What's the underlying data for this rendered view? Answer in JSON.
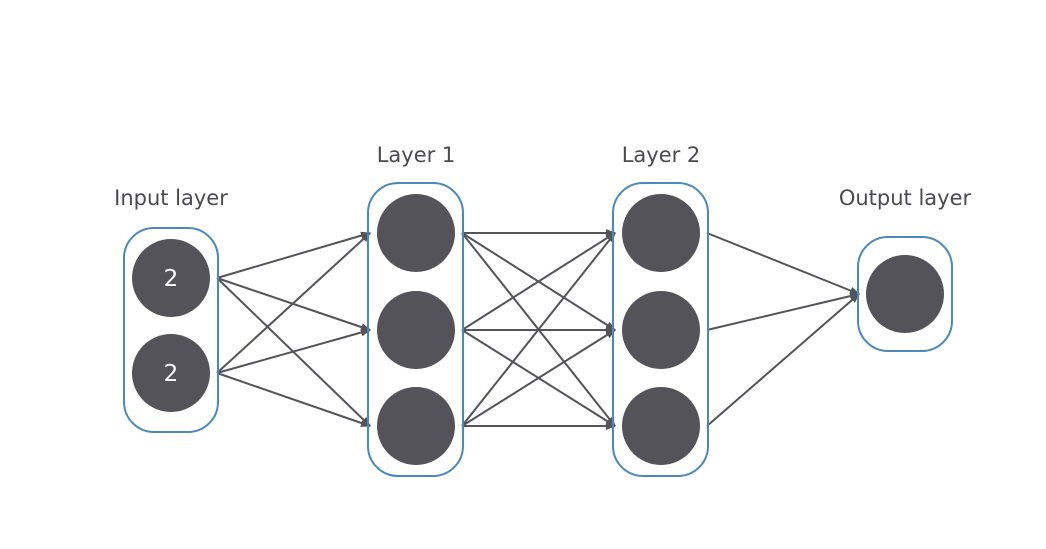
{
  "diagram": {
    "colors": {
      "node_fill": "#55535a",
      "layer_border": "#4a88bd",
      "edge": "#55535a",
      "label_text": "#4a4a4f",
      "node_text": "#ffffff"
    },
    "layers": [
      {
        "label": "Input layer",
        "nodes": [
          "2",
          "2"
        ]
      },
      {
        "label": "Layer 1",
        "nodes": [
          "",
          "",
          ""
        ]
      },
      {
        "label": "Layer 2",
        "nodes": [
          "",
          "",
          ""
        ]
      },
      {
        "label": "Output layer",
        "nodes": [
          ""
        ]
      }
    ],
    "connections": "fully-connected"
  }
}
